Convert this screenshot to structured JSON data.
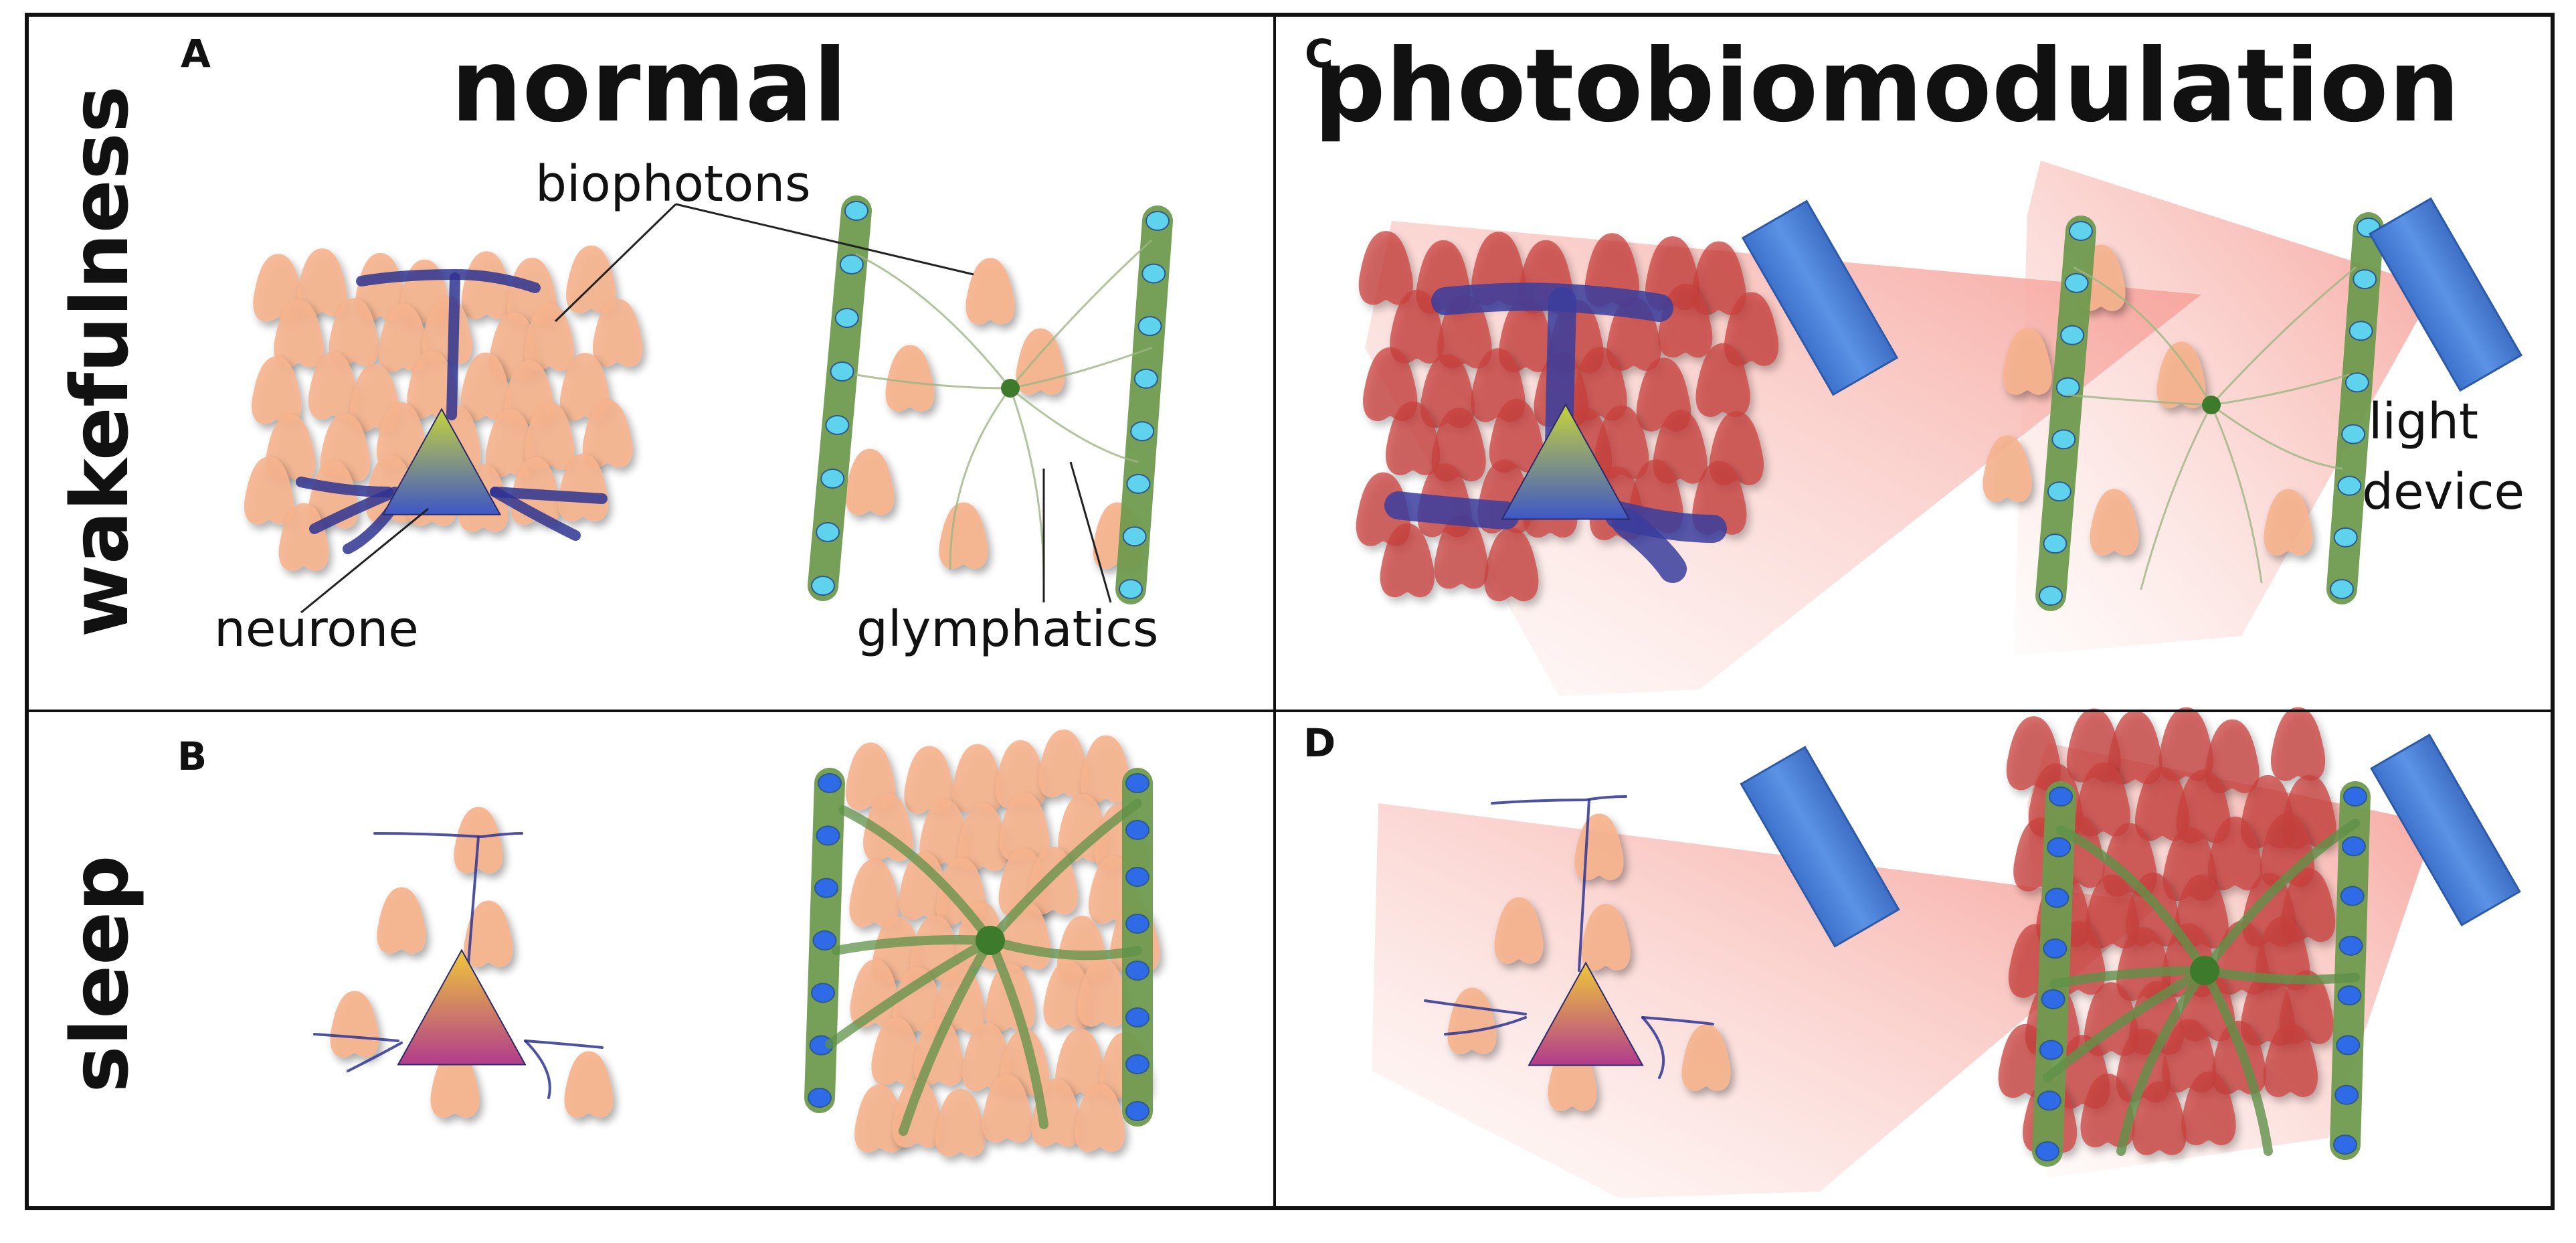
{
  "columns": {
    "left_title": "normal",
    "right_title": "photobiomodulation"
  },
  "rows": {
    "top_label": "wakefulness",
    "bottom_label": "sleep"
  },
  "panels": {
    "a": "A",
    "b": "B",
    "c": "C",
    "d": "D"
  },
  "labels": {
    "biophotons": "biophotons",
    "neurone": "neurone",
    "glymphatics": "glymphatics",
    "light_line1": "light",
    "light_line2": "device"
  },
  "colors": {
    "frame": "#111111",
    "blob_normal": "#f6b48e",
    "blob_pbm": "#c8403f",
    "light_beam": "#f7a59d",
    "light_device": "#4a7fd6",
    "vessel": "#6f9a4e",
    "vessel_dot_wake": "#5fd2ee",
    "vessel_dot_sleep": "#2f6be6",
    "dendrite": "#2e3490",
    "fiber_thin": "#9db583",
    "fiber_thick": "#5f9148",
    "neuron_wake_top": "#c6d43a",
    "neuron_wake_bottom": "#3e57c6",
    "neuron_sleep_top": "#efc83a",
    "neuron_sleep_bottom": "#b23c8c"
  }
}
